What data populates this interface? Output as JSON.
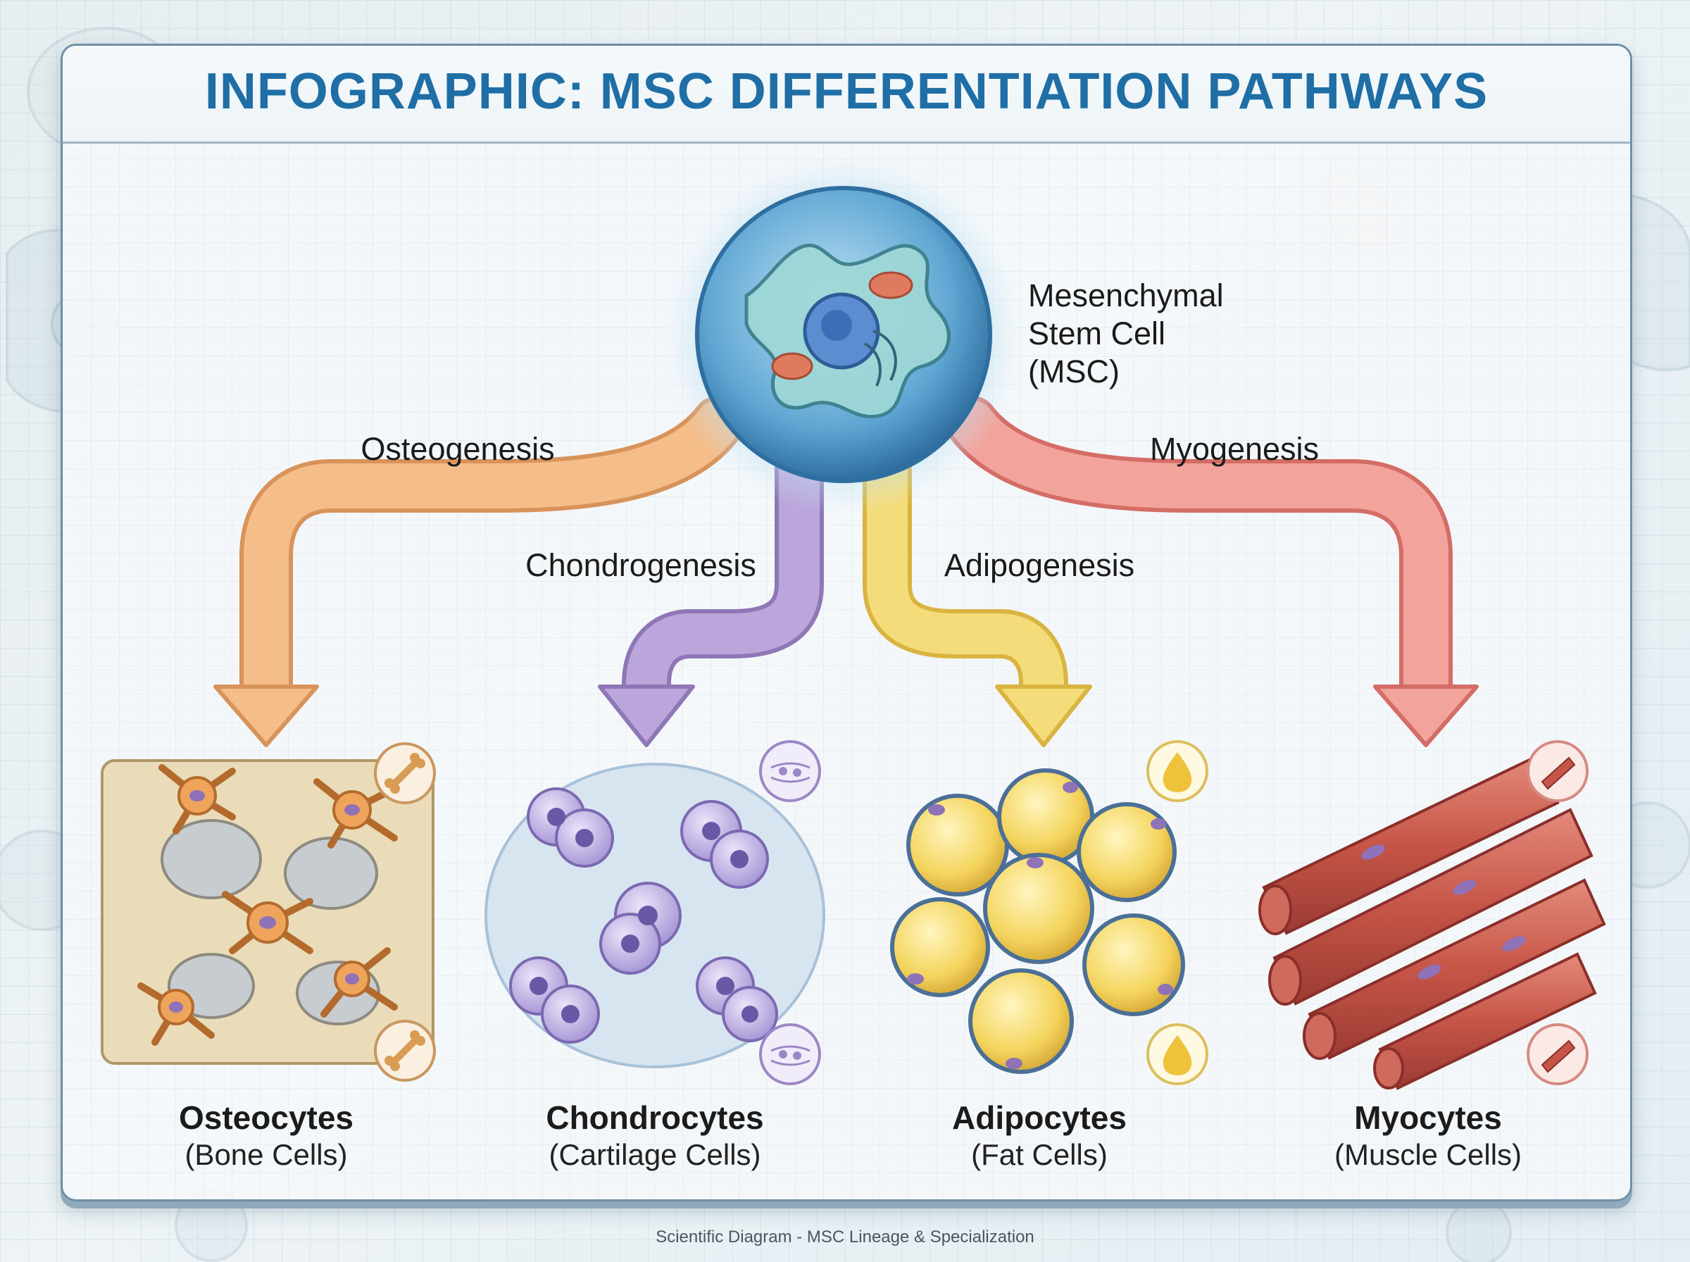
{
  "title": "INFOGRAPHIC: MSC DIFFERENTIATION PATHWAYS",
  "source_cell": {
    "lines": [
      "Mesenchymal",
      "Stem Cell",
      "(MSC)"
    ]
  },
  "pathways": [
    {
      "label": "Osteogenesis",
      "color": "#f2b37a",
      "cell_name": "Osteocytes",
      "cell_subtitle": "(Bone Cells)",
      "icon": "bone-icon"
    },
    {
      "label": "Chondrogenesis",
      "color": "#b69bd1",
      "cell_name": "Chondrocytes",
      "cell_subtitle": "(Cartilage Cells)",
      "icon": "cartilage-icon"
    },
    {
      "label": "Adipogenesis",
      "color": "#f1d56a",
      "cell_name": "Adipocytes",
      "cell_subtitle": "(Fat Cells)",
      "icon": "droplet-icon"
    },
    {
      "label": "Myogenesis",
      "color": "#ee9b93",
      "cell_name": "Myocytes",
      "cell_subtitle": "(Muscle Cells)",
      "icon": "muscle-fiber-icon"
    }
  ],
  "footer": "Scientific Diagram - MSC Lineage & Specialization"
}
